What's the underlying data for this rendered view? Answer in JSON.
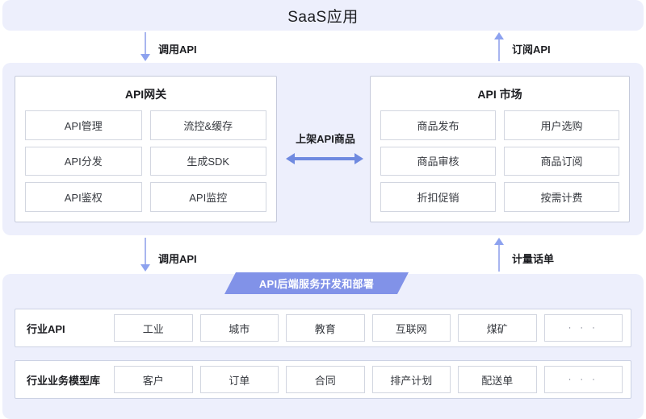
{
  "header": {
    "title": "SaaS应用"
  },
  "flows": {
    "top_left": {
      "label": "调用API",
      "direction": "down"
    },
    "top_right": {
      "label": "订阅API",
      "direction": "up"
    },
    "middle": {
      "label": "上架API商品",
      "direction": "both"
    },
    "bottom_left": {
      "label": "调用API",
      "direction": "down"
    },
    "bottom_right": {
      "label": "计量话单",
      "direction": "up"
    }
  },
  "gateway": {
    "title": "API网关",
    "cells": [
      "API管理",
      "流控&缓存",
      "API分发",
      "生成SDK",
      "API鉴权",
      "API监控"
    ]
  },
  "market": {
    "title": "API 市场",
    "cells": [
      "商品发布",
      "用户选购",
      "商品审核",
      "商品订阅",
      "折扣促销",
      "按需计费"
    ]
  },
  "banner": {
    "label": "API后端服务开发和部署"
  },
  "industry_api": {
    "label": "行业API",
    "cells": [
      "工业",
      "城市",
      "教育",
      "互联网",
      "煤矿",
      "· · ·"
    ]
  },
  "industry_model": {
    "label": "行业业务模型库",
    "cells": [
      "客户",
      "订单",
      "合同",
      "排产计划",
      "配送单",
      "· · ·"
    ]
  },
  "colors": {
    "panel_bg": "#edeffc",
    "arrow": "#8da2ef",
    "arrow_strong": "#6f8ae0",
    "ribbon": "#8192e8",
    "border": "#d2d6e0"
  }
}
